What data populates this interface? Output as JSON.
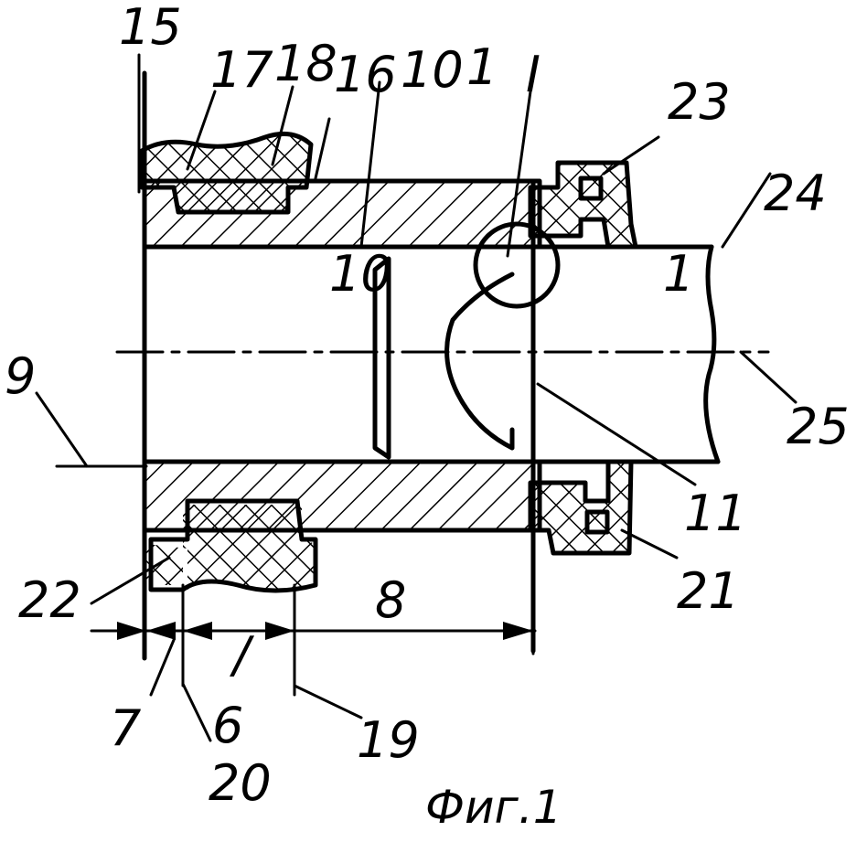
{
  "labels": {
    "l15": "15",
    "l17": "17",
    "l18": "18",
    "l16": "16",
    "l10a": "10",
    "l1": "1",
    "lI": "I",
    "l23": "23",
    "l24": "24",
    "l10b": "10",
    "l9": "9",
    "l25": "25",
    "l11": "11",
    "l21": "21",
    "l22": "22",
    "l8": "8",
    "l7": "7",
    "l6": "6",
    "l19": "19",
    "l20": "20"
  },
  "caption": "Фиг.1"
}
